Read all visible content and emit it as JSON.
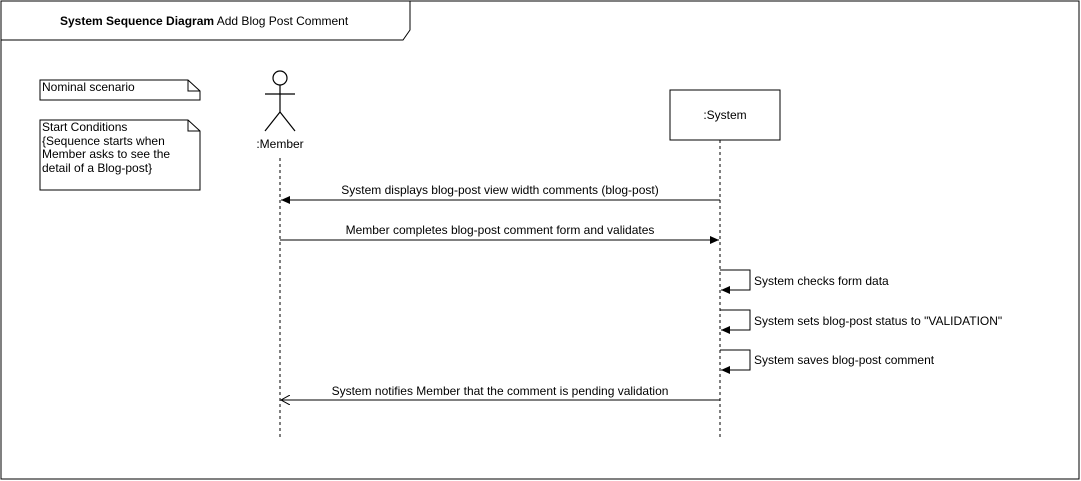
{
  "frame": {
    "title_bold": "System Sequence Diagram",
    "title_rest": " Add Blog Post Comment"
  },
  "notes": {
    "scenario": "Nominal scenario",
    "start_conditions": [
      "Start Conditions",
      "{Sequence starts when",
      "Member asks to see the",
      "detail of a Blog-post}"
    ]
  },
  "participants": {
    "member": ":Member",
    "system": ":System"
  },
  "messages": [
    {
      "text": "System displays blog-post view width comments (blog-post)",
      "from": "system",
      "to": "member",
      "kind": "sync"
    },
    {
      "text": "Member completes blog-post comment form and validates",
      "from": "member",
      "to": "system",
      "kind": "sync"
    },
    {
      "text": "System checks form data",
      "from": "system",
      "to": "system",
      "kind": "self"
    },
    {
      "text": "System sets blog-post status to \"VALIDATION\"",
      "from": "system",
      "to": "system",
      "kind": "self"
    },
    {
      "text": "System saves blog-post comment",
      "from": "system",
      "to": "system",
      "kind": "self"
    },
    {
      "text": "System notifies Member that the comment is pending validation",
      "from": "system",
      "to": "member",
      "kind": "reply"
    }
  ]
}
